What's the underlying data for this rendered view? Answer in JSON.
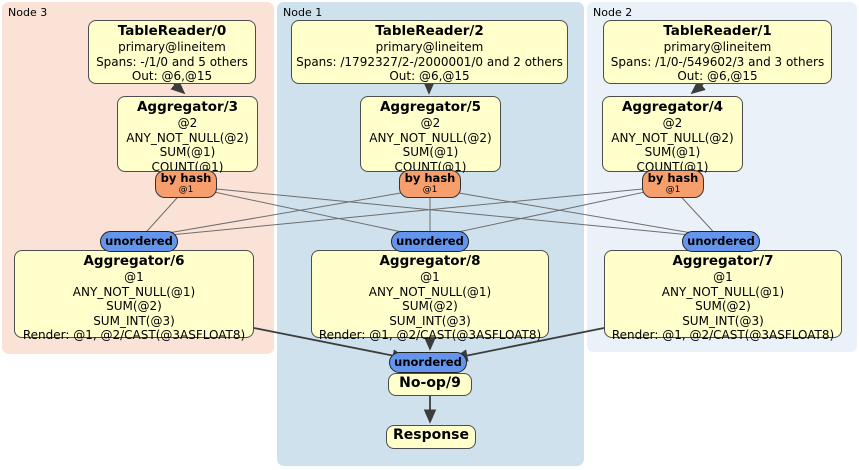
{
  "regions": [
    {
      "label": "Node 3",
      "color": "#fbe2d6"
    },
    {
      "label": "Node 1",
      "color": "#cfe1ec"
    },
    {
      "label": "Node 2",
      "color": "#eaf1f9"
    }
  ],
  "colors": {
    "processor_box_fill": "#ffffcc",
    "by_hash_fill": "#f79e6d",
    "unordered_fill": "#6495ed",
    "edge_thin": "#6e6e6e",
    "edge_thick": "#3c3c3c"
  },
  "boxes": {
    "tr0": {
      "title": "TableReader/0",
      "lines": [
        "primary@lineitem",
        "Spans: -/1/0 and 5 others",
        "Out: @6,@15"
      ]
    },
    "tr2": {
      "title": "TableReader/2",
      "lines": [
        "primary@lineitem",
        "Spans: /1792327/2-/2000001/0 and 2 others",
        "Out: @6,@15"
      ]
    },
    "tr1": {
      "title": "TableReader/1",
      "lines": [
        "primary@lineitem",
        "Spans: /1/0-/549602/3 and 3 others",
        "Out: @6,@15"
      ]
    },
    "agg3": {
      "title": "Aggregator/3",
      "lines": [
        "@2",
        "ANY_NOT_NULL(@2)",
        "SUM(@1)",
        "COUNT(@1)"
      ]
    },
    "agg5": {
      "title": "Aggregator/5",
      "lines": [
        "@2",
        "ANY_NOT_NULL(@2)",
        "SUM(@1)",
        "COUNT(@1)"
      ]
    },
    "agg4": {
      "title": "Aggregator/4",
      "lines": [
        "@2",
        "ANY_NOT_NULL(@2)",
        "SUM(@1)",
        "COUNT(@1)"
      ]
    },
    "agg6": {
      "title": "Aggregator/6",
      "lines": [
        "@1",
        "ANY_NOT_NULL(@1)",
        "SUM(@2)",
        "SUM_INT(@3)",
        "Render: @1, @2/CAST(@3ASFLOAT8)"
      ]
    },
    "agg8": {
      "title": "Aggregator/8",
      "lines": [
        "@1",
        "ANY_NOT_NULL(@1)",
        "SUM(@2)",
        "SUM_INT(@3)",
        "Render: @1, @2/CAST(@3ASFLOAT8)"
      ]
    },
    "agg7": {
      "title": "Aggregator/7",
      "lines": [
        "@1",
        "ANY_NOT_NULL(@1)",
        "SUM(@2)",
        "SUM_INT(@3)",
        "Render: @1, @2/CAST(@3ASFLOAT8)"
      ]
    },
    "noop": {
      "title": "No-op/9"
    },
    "response": {
      "title": "Response"
    }
  },
  "routers": {
    "by_hash_label": "by hash",
    "by_hash_detail": "@1",
    "unordered_label": "unordered"
  }
}
